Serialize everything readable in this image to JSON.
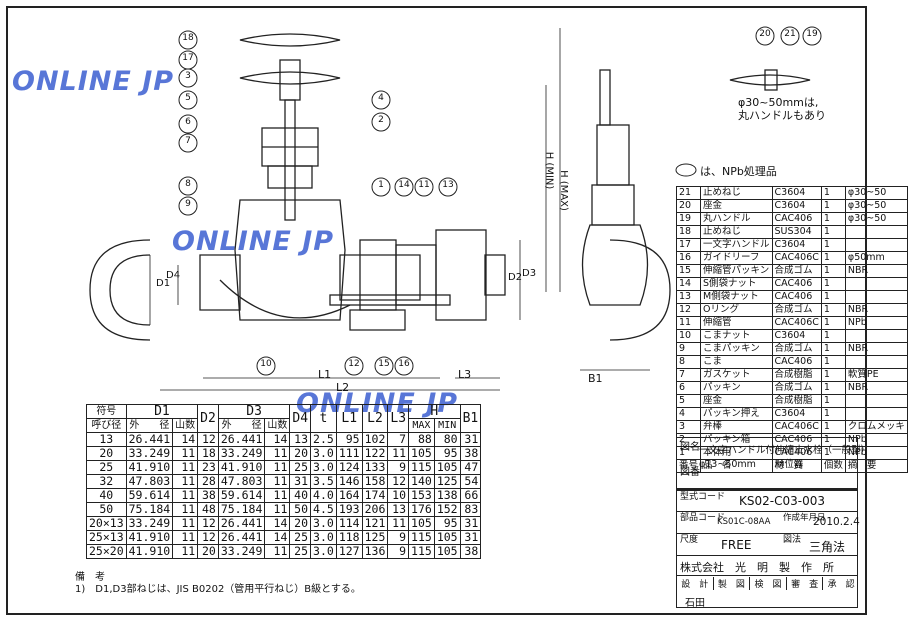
{
  "watermark": "ONLINE JP",
  "npb_legend": "は、NPb処理品",
  "handle_note": [
    "φ30~50mmは,",
    "丸ハンドルもあり"
  ],
  "callouts": [
    "18",
    "17",
    "3",
    "5",
    "6",
    "7",
    "8",
    "9",
    "4",
    "2",
    "1",
    "14",
    "11",
    "13",
    "10",
    "12",
    "15",
    "16",
    "20",
    "21",
    "19"
  ],
  "dim_labels": {
    "D1": "D1",
    "D4": "D4",
    "D2": "D2",
    "D3": "D3",
    "L1": "L1",
    "L2": "L2",
    "L3": "L3",
    "B1": "B1",
    "HMIN": "H (MIN)",
    "HMAX": "H (MAX)"
  },
  "dim_table": {
    "header": {
      "code": "符号",
      "d1": "D1",
      "d2": "D2",
      "d3": "D3",
      "d4": "D4",
      "t": "t",
      "l1": "L1",
      "l2": "L2",
      "l3": "L3",
      "h": "H",
      "b1": "B1",
      "size": "呼び径",
      "outer": "外　　径",
      "threads": "山数",
      "max": "MAX",
      "min": "MIN"
    },
    "rows": [
      [
        "13",
        "26.441",
        "14",
        "12",
        "26.441",
        "14",
        "13",
        "2.5",
        "95",
        "102",
        "7",
        "88",
        "80",
        "31"
      ],
      [
        "20",
        "33.249",
        "11",
        "18",
        "33.249",
        "11",
        "20",
        "3.0",
        "111",
        "122",
        "11",
        "105",
        "95",
        "38"
      ],
      [
        "25",
        "41.910",
        "11",
        "23",
        "41.910",
        "11",
        "25",
        "3.0",
        "124",
        "133",
        "9",
        "115",
        "105",
        "47"
      ],
      [
        "32",
        "47.803",
        "11",
        "28",
        "47.803",
        "11",
        "31",
        "3.5",
        "146",
        "158",
        "12",
        "140",
        "125",
        "54"
      ],
      [
        "40",
        "59.614",
        "11",
        "38",
        "59.614",
        "11",
        "40",
        "4.0",
        "164",
        "174",
        "10",
        "153",
        "138",
        "66"
      ],
      [
        "50",
        "75.184",
        "11",
        "48",
        "75.184",
        "11",
        "50",
        "4.5",
        "193",
        "206",
        "13",
        "176",
        "152",
        "83"
      ],
      [
        "20×13",
        "33.249",
        "11",
        "12",
        "26.441",
        "14",
        "20",
        "3.0",
        "114",
        "121",
        "11",
        "105",
        "95",
        "31"
      ],
      [
        "25×13",
        "41.910",
        "11",
        "12",
        "26.441",
        "14",
        "25",
        "3.0",
        "118",
        "125",
        "9",
        "115",
        "105",
        "31"
      ],
      [
        "25×20",
        "41.910",
        "11",
        "20",
        "33.249",
        "11",
        "25",
        "3.0",
        "127",
        "136",
        "9",
        "115",
        "105",
        "38"
      ]
    ]
  },
  "parts_table": {
    "rows": [
      [
        "21",
        "止めねじ",
        "C3604",
        "1",
        "φ30~50"
      ],
      [
        "20",
        "座金",
        "C3604",
        "1",
        "φ30~50"
      ],
      [
        "19",
        "丸ハンドル",
        "CAC406",
        "1",
        "φ30~50"
      ],
      [
        "18",
        "止めねじ",
        "SUS304",
        "1",
        ""
      ],
      [
        "17",
        "一文字ハンドル",
        "C3604",
        "1",
        ""
      ],
      [
        "16",
        "ガイドリーフ",
        "CAC406C",
        "1",
        "φ50mm"
      ],
      [
        "15",
        "伸縮管パッキン",
        "合成ゴム",
        "1",
        "NBR"
      ],
      [
        "14",
        "S側袋ナット",
        "CAC406",
        "1",
        ""
      ],
      [
        "13",
        "M側袋ナット",
        "CAC406",
        "1",
        ""
      ],
      [
        "12",
        "Oリング",
        "合成ゴム",
        "1",
        "NBR"
      ],
      [
        "11",
        "伸縮管",
        "CAC406C",
        "1",
        "NPb"
      ],
      [
        "10",
        "こまナット",
        "C3604",
        "1",
        ""
      ],
      [
        "9",
        "こまパッキン",
        "合成ゴム",
        "1",
        "NBR"
      ],
      [
        "8",
        "こま",
        "CAC406",
        "1",
        ""
      ],
      [
        "7",
        "ガスケット",
        "合成樹脂",
        "1",
        "軟質PE"
      ],
      [
        "6",
        "パッキン",
        "合成ゴム",
        "1",
        "NBR"
      ],
      [
        "5",
        "座金",
        "合成樹脂",
        "1",
        ""
      ],
      [
        "4",
        "パッキン押え",
        "C3604",
        "1",
        ""
      ],
      [
        "3",
        "弁棒",
        "CAC406C",
        "1",
        "クロムメッキ"
      ],
      [
        "2",
        "パッキン箱",
        "CAC406",
        "1",
        "NPb"
      ],
      [
        "1",
        "本体用",
        "CAC406",
        "1",
        "NPb"
      ]
    ],
    "header": [
      "番号",
      "品　名",
      "材　質",
      "個数",
      "摘　要"
    ]
  },
  "title_block": {
    "figure_label": "図名",
    "title_line1": "一文字ハンドル付伸縮止水栓（一般型）",
    "title_line2": "φ13~50mm　　順位器",
    "drawing_label": "図番",
    "model_label": "型式コード",
    "model_code": "KS02-C03-003",
    "part_code_label": "部品コード",
    "part_code": "KS01C-08AA",
    "date_label": "作成年月日",
    "date": "2010.2.4",
    "scale_label": "尺度",
    "scale": "FREE",
    "method_label": "図法",
    "method": "三角法",
    "company": "株式会社　光　明　製　作　所",
    "sign_headers": [
      "設　計",
      "製　図",
      "検　図",
      "審　査",
      "承　認"
    ],
    "checker": "石田"
  },
  "notes": {
    "title": "備　考",
    "line1": "1)　D1,D3部ねじは、JIS B0202（管用平行ねじ）B級とする。"
  }
}
